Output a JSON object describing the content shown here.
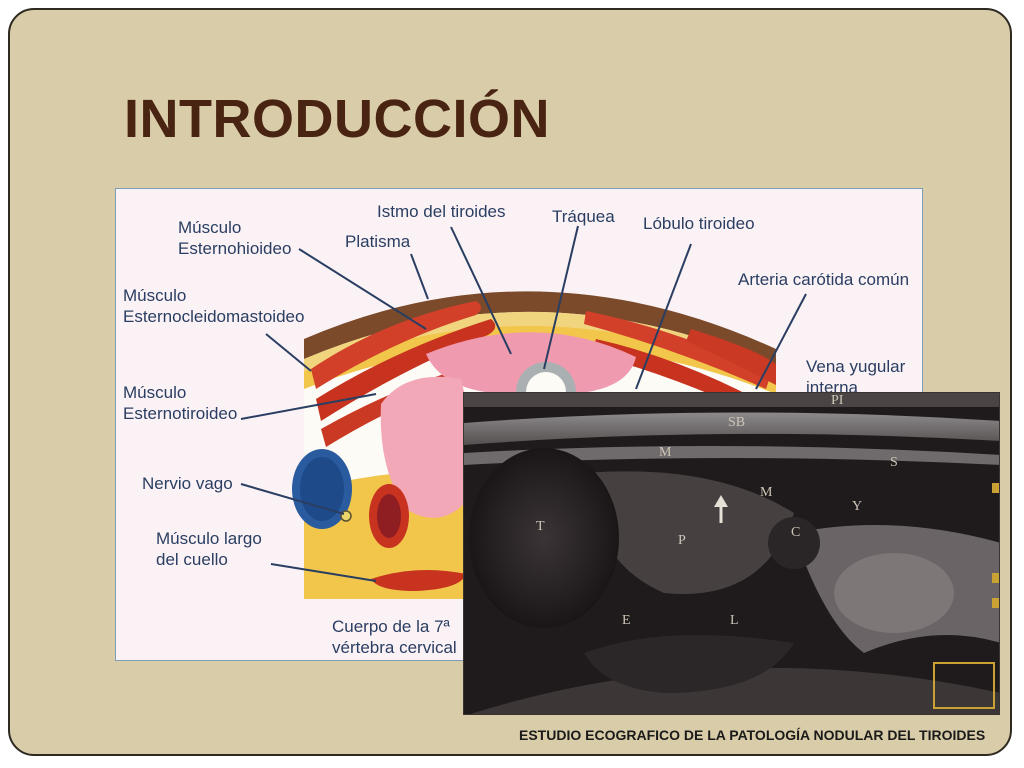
{
  "slide": {
    "title": "INTRODUCCIÓN",
    "footer": "ESTUDIO ECOGRAFICO DE LA PATOLOGÍA NODULAR DEL TIROIDES",
    "background_color": "#d9cca9",
    "title_color": "#4a2412"
  },
  "anatomy_figure": {
    "labels": {
      "musculo_esternohioideo": "Músculo\nEsternohioideo",
      "istmo_tiroides": "Istmo del tiroides",
      "traquea": "Tráquea",
      "lobulo_tiroideo": "Lóbulo tiroideo",
      "platisma": "Platisma",
      "musculo_ecm": "Músculo\nEsternocleidomastoideo",
      "arteria_carotida": "Arteria carótida común",
      "musculo_esternotiroideo": "Músculo\nEsternotiroideo",
      "vena_yugular": "Vena yugular\ninterna",
      "nervio_vago": "Nervio vago",
      "musculo_largo_cuello": "Músculo largo\ndel cuello",
      "cuerpo_vertebra": "Cuerpo de la 7ª\nvértebra cervical"
    }
  },
  "ultrasound_image": {
    "labels": {
      "sb": "SB",
      "m1": "M",
      "s": "S",
      "m2": "M",
      "y": "Y",
      "t": "T",
      "p": "P",
      "c": "C",
      "e": "E",
      "l": "L",
      "pl": "PI"
    }
  }
}
